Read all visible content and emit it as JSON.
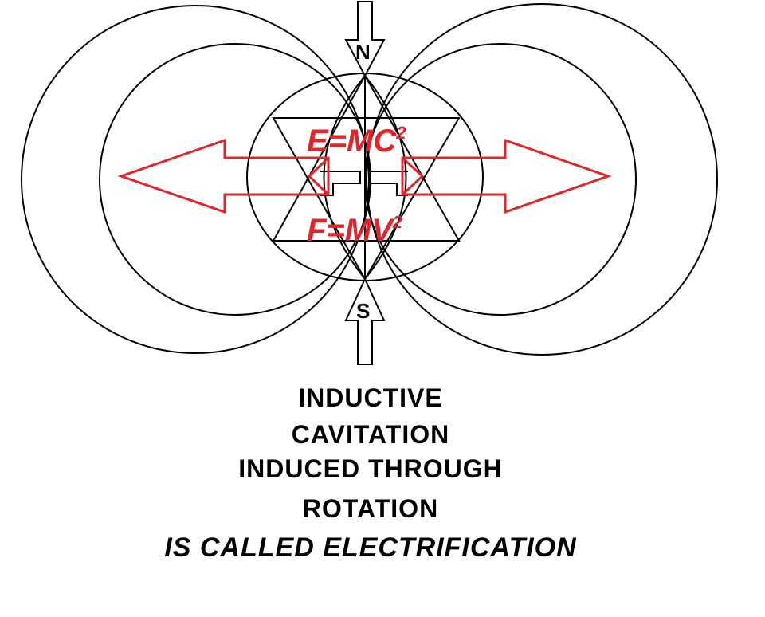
{
  "diagram": {
    "north_label": "N",
    "south_label": "S",
    "formula_top": {
      "base": "E=MC",
      "exponent": "2"
    },
    "formula_bottom": {
      "base": "F=MV",
      "exponent": "2"
    },
    "accent_color": "#e0262b",
    "line_color": "#000000"
  },
  "caption": {
    "line1": "INDUCTIVE",
    "line2": "CAVITATION",
    "line3": "INDUCED THROUGH",
    "line4": "ROTATION",
    "line5": "IS CALLED ELECTRIFICATION"
  }
}
